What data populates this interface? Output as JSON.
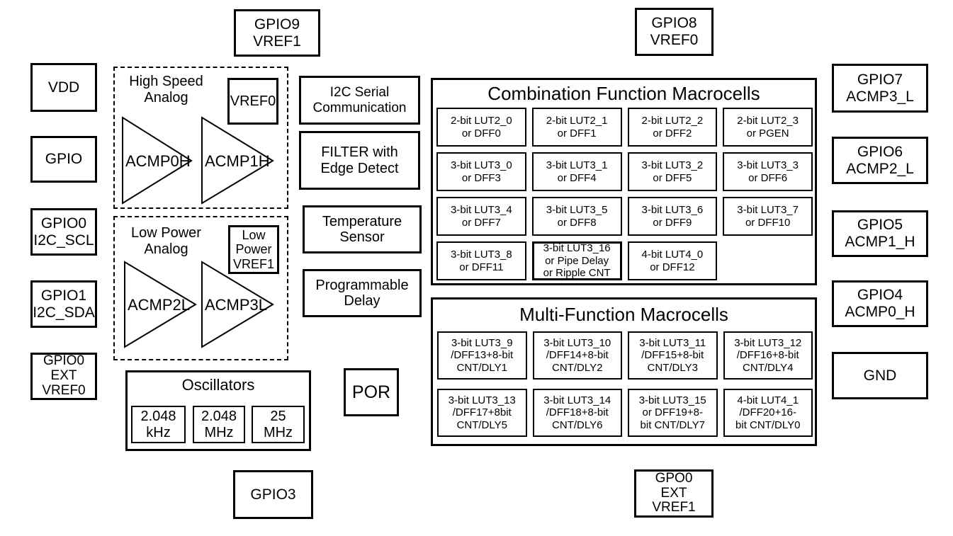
{
  "colors": {
    "background": "#ffffff",
    "line": "#000000",
    "text": "#000000"
  },
  "pins": {
    "gpio9_vref1": "GPIO9\nVREF1",
    "gpio8_vref0": "GPIO8\nVREF0",
    "vdd": "VDD",
    "gpio": "GPIO",
    "gpio0_i2c_scl": "GPIO0\nI2C_SCL",
    "gpio1_i2c_sda": "GPIO1\nI2C_SDA",
    "gpio0_ext_vref0": "GPIO0\nEXT\nVREF0",
    "gpio7_acmp3_l": "GPIO7\nACMP3_L",
    "gpio6_acmp2_l": "GPIO6\nACMP2_L",
    "gpio5_acmp1_h": "GPIO5\nACMP1_H",
    "gpio4_acmp0_h": "GPIO4\nACMP0_H",
    "gnd": "GND",
    "gpio3": "GPIO3",
    "gpo0_ext_vref1": "GPO0\nEXT\nVREF1"
  },
  "high_speed_analog": {
    "label": "High Speed\nAnalog",
    "vref": "VREF0",
    "acmp0": "ACMP0H",
    "acmp1": "ACMP1H"
  },
  "low_power_analog": {
    "label": "Low Power\nAnalog",
    "vref": "Low\nPower\nVREF1",
    "acmp2": "ACMP2L",
    "acmp3": "ACMP3L"
  },
  "blocks": {
    "i2c": "I2C Serial\nCommunication",
    "filter": "FILTER with\nEdge Detect",
    "temp": "Temperature\nSensor",
    "delay": "Programmable\nDelay",
    "por": "POR"
  },
  "oscillators": {
    "title": "Oscillators",
    "items": [
      "2.048\nkHz",
      "2.048\nMHz",
      "25\nMHz"
    ]
  },
  "combination": {
    "title": "Combination Function Macrocells",
    "cells": [
      "2-bit LUT2_0\nor DFF0",
      "2-bit LUT2_1\nor DFF1",
      "2-bit LUT2_2\nor DFF2",
      "2-bit LUT2_3\nor PGEN",
      "3-bit LUT3_0\nor DFF3",
      "3-bit LUT3_1\nor DFF4",
      "3-bit LUT3_2\nor DFF5",
      "3-bit LUT3_3\nor DFF6",
      "3-bit LUT3_4\nor DFF7",
      "3-bit LUT3_5\nor DFF8",
      "3-bit LUT3_6\nor DFF9",
      "3-bit LUT3_7\nor DFF10",
      "3-bit LUT3_8\nor DFF11",
      "3-bit LUT3_16\nor Pipe Delay\nor Ripple CNT",
      "4-bit LUT4_0\nor DFF12"
    ]
  },
  "multifunction": {
    "title": "Multi-Function Macrocells",
    "cells": [
      "3-bit LUT3_9\n/DFF13+8-bit\nCNT/DLY1",
      "3-bit LUT3_10\n/DFF14+8-bit\nCNT/DLY2",
      "3-bit LUT3_11\n/DFF15+8-bit\nCNT/DLY3",
      "3-bit LUT3_12\n/DFF16+8-bit\nCNT/DLY4",
      "3-bit LUT3_13\n/DFF17+8bit\nCNT/DLY5",
      "3-bit LUT3_14\n/DFF18+8-bit\nCNT/DLY6",
      "3-bit LUT3_15\nor DFF19+8-\nbit CNT/DLY7",
      "4-bit LUT4_1\n/DFF20+16-\nbit CNT/DLY0"
    ]
  }
}
